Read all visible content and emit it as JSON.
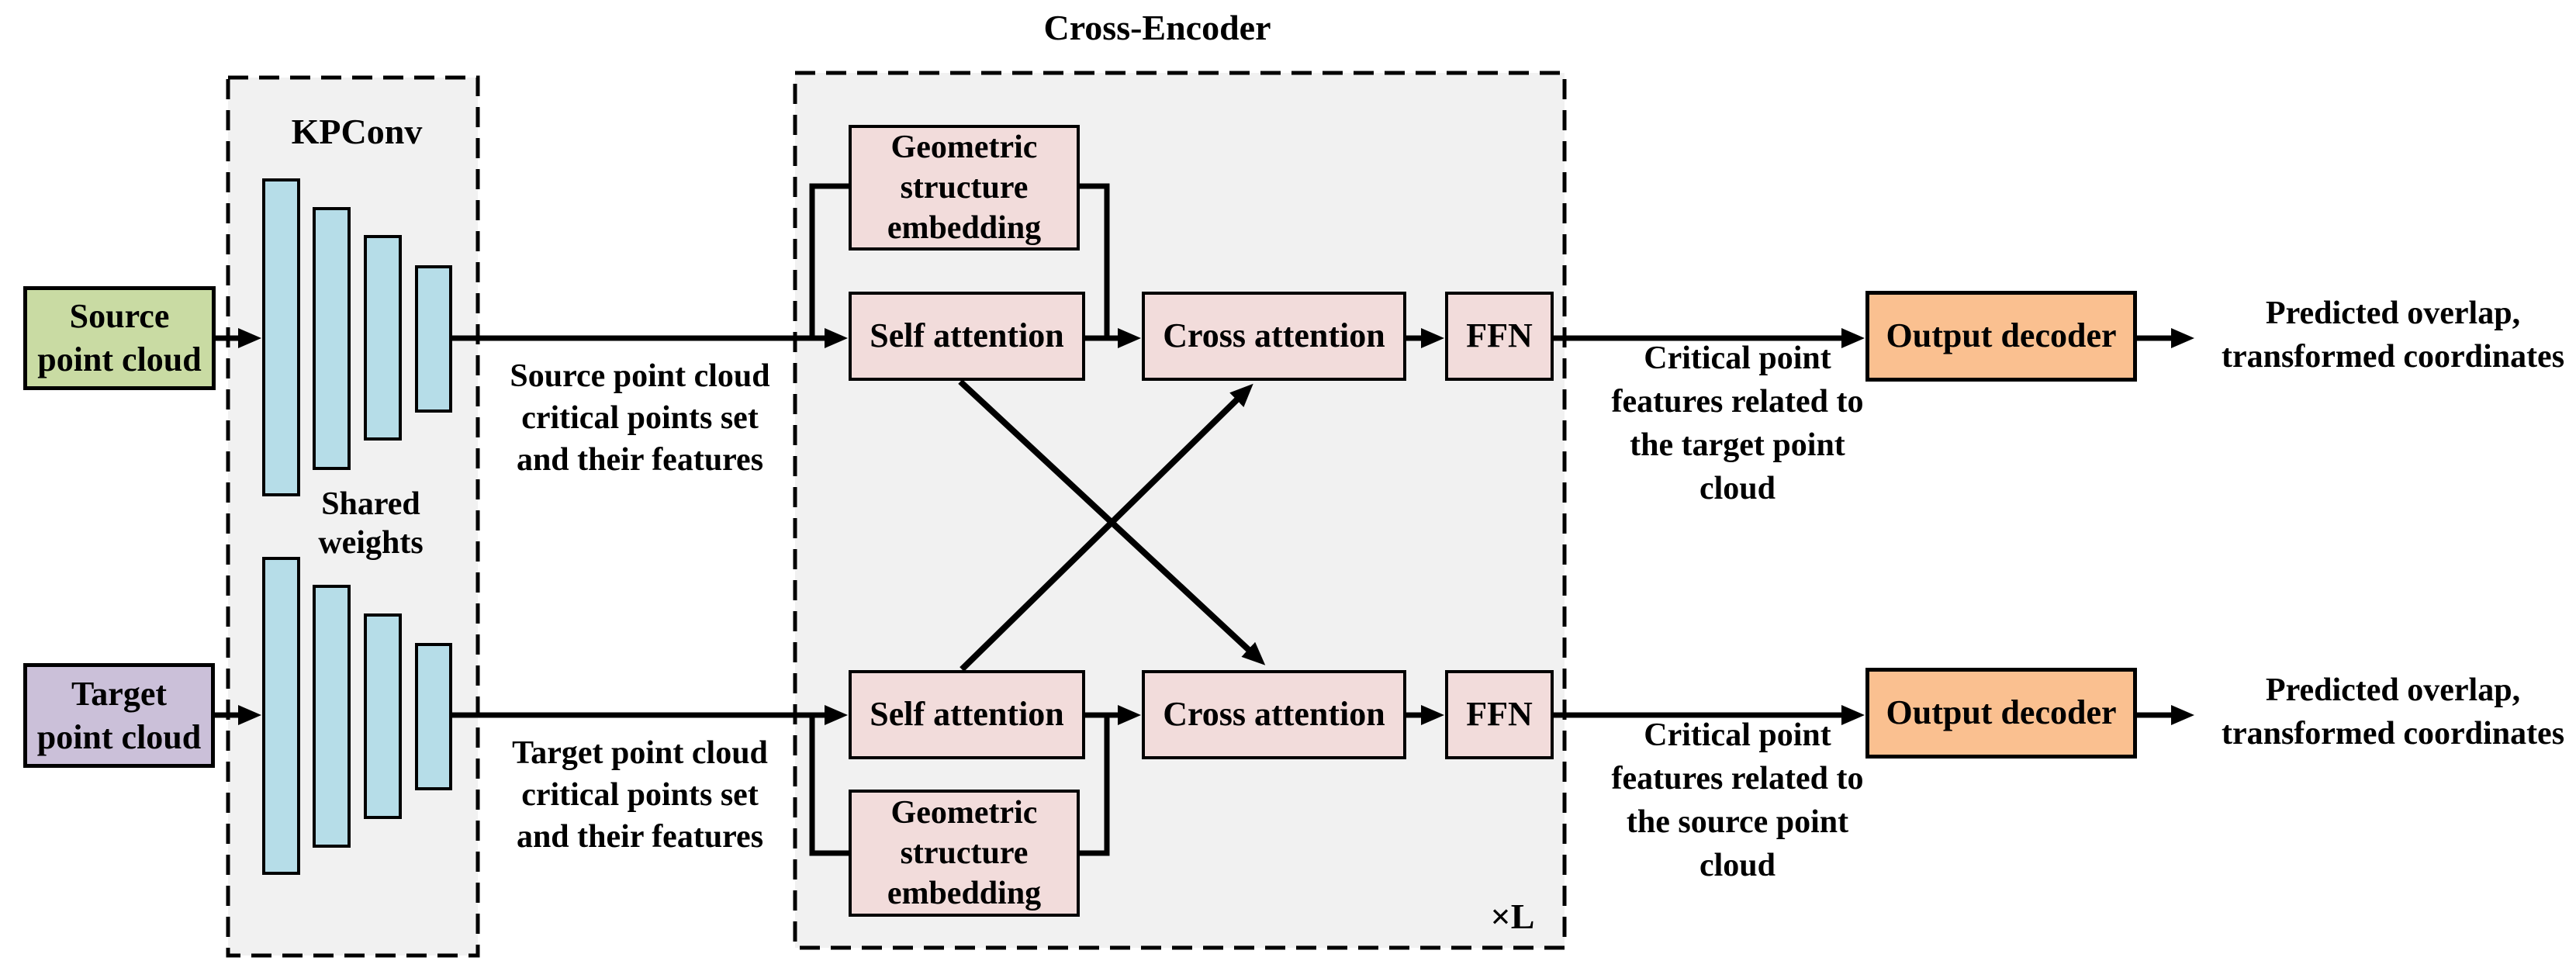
{
  "title": "Cross-Encoder",
  "kpconv": {
    "title": "KPConv",
    "shared_weights": [
      "Shared",
      "weights"
    ]
  },
  "inputs": {
    "source": [
      "Source",
      "point cloud"
    ],
    "target": [
      "Target",
      "point cloud"
    ]
  },
  "encoder": {
    "geometric": [
      "Geometric",
      "structure",
      "embedding"
    ],
    "self_attention": "Self attention",
    "cross_attention": "Cross attention",
    "ffn": "FFN",
    "repeat": "×L"
  },
  "decoder": {
    "label": "Output decoder"
  },
  "annotations": {
    "source_features": [
      "Source point cloud",
      "critical points set",
      "and their features"
    ],
    "target_features": [
      "Target point cloud",
      "critical points set",
      "and their features"
    ],
    "critical_target": [
      "Critical point",
      "features related to",
      "the target point",
      "cloud"
    ],
    "critical_source": [
      "Critical point",
      "features related to",
      "the source point",
      "cloud"
    ],
    "output": [
      "Predicted overlap,",
      "transformed coordinates"
    ]
  },
  "colors": {
    "green": "#C9DBA3",
    "purple": "#CBC0D9",
    "blue": "#B6DDE8",
    "pink": "#F2DCDB",
    "orange": "#FAC090",
    "panel": "#F1F1F1",
    "line": "#000000"
  }
}
